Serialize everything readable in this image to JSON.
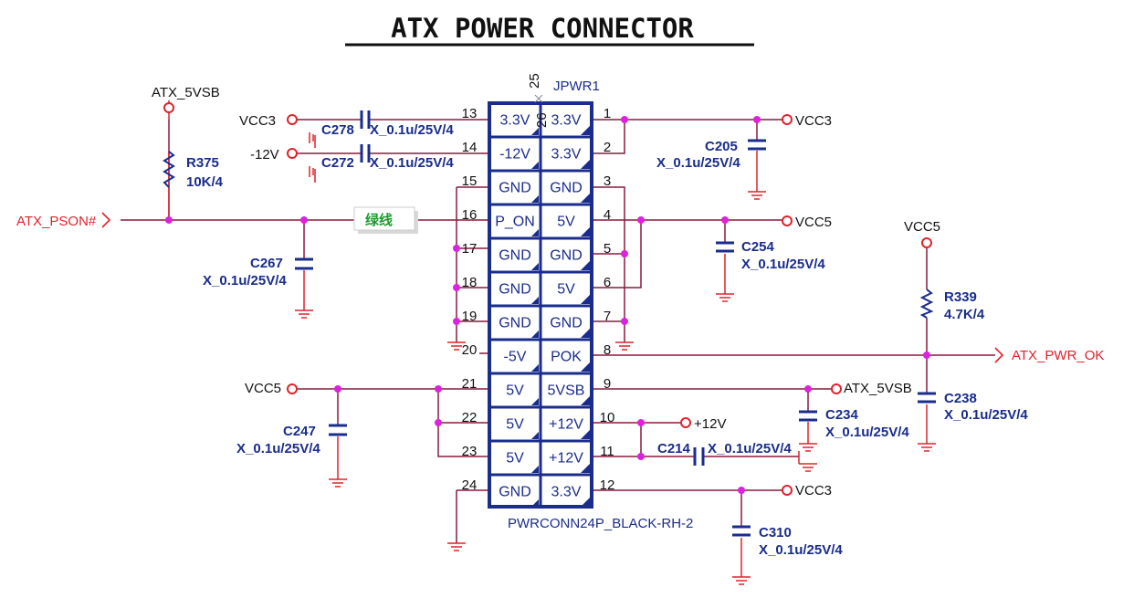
{
  "title": "ATX POWER CONNECTOR",
  "colors": {
    "wire": "#8b1a3c",
    "lead": "#e0222b",
    "part": "#1a2c8c",
    "junction": "#dd22dd",
    "netred": "#e0222b"
  },
  "connector": {
    "ref": "JPWR1",
    "part_number": "PWRCONN24P_BLACK-RH-2",
    "pin_25": "25",
    "pin_26": "26",
    "left_pins": [
      "13",
      "14",
      "15",
      "16",
      "17",
      "18",
      "19",
      "20",
      "21",
      "22",
      "23",
      "24"
    ],
    "left_names": [
      "3.3V",
      "-12V",
      "GND",
      "P_ON",
      "GND",
      "GND",
      "GND",
      "-5V",
      "5V",
      "5V",
      "5V",
      "GND"
    ],
    "right_pins": [
      "1",
      "2",
      "3",
      "4",
      "5",
      "6",
      "7",
      "8",
      "9",
      "10",
      "11",
      "12"
    ],
    "right_names": [
      "3.3V",
      "3.3V",
      "GND",
      "5V",
      "GND",
      "5V",
      "GND",
      "POK",
      "5VSB",
      "+12V",
      "+12V",
      "3.3V"
    ]
  },
  "nets": {
    "vcc3_a": "VCC3",
    "m12v": "-12V",
    "atx_pson": "ATX_PSON#",
    "atx_5vsb_top": "ATX_5VSB",
    "vcc5_left": "VCC5",
    "vcc3_r1": "VCC3",
    "vcc5_r4": "VCC5",
    "vcc5_r339": "VCC5",
    "atx_pwr_ok": "ATX_PWR_OK",
    "atx_5vsb_r": "ATX_5VSB",
    "p12v": "+12V",
    "vcc3_r12": "VCC3"
  },
  "note": "绿线",
  "parts": {
    "r375_ref": "R375",
    "r375_val": "10K/4",
    "r339_ref": "R339",
    "r339_val": "4.7K/4",
    "c278_ref": "C278",
    "c278_val": "X_0.1u/25V/4",
    "c272_ref": "C272",
    "c272_val": "X_0.1u/25V/4",
    "c267_ref": "C267",
    "c267_val": "X_0.1u/25V/4",
    "c247_ref": "C247",
    "c247_val": "X_0.1u/25V/4",
    "c205_ref": "C205",
    "c205_val": "X_0.1u/25V/4",
    "c254_ref": "C254",
    "c254_val": "X_0.1u/25V/4",
    "c234_ref": "C234",
    "c234_val": "X_0.1u/25V/4",
    "c238_ref": "C238",
    "c238_val": "X_0.1u/25V/4",
    "c214_ref": "C214",
    "c214_val": "X_0.1u/25V/4",
    "c310_ref": "C310",
    "c310_val": "X_0.1u/25V/4"
  }
}
